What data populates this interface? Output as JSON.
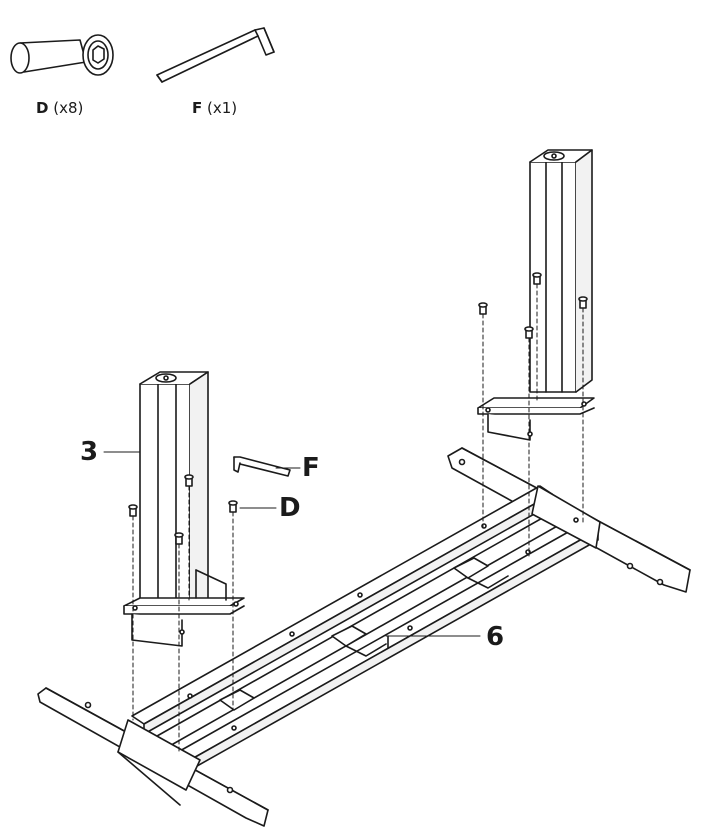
{
  "parts": [
    {
      "letter": "D",
      "qty": "(x8)"
    },
    {
      "letter": "F",
      "qty": "(x1)"
    }
  ],
  "callouts": {
    "leg": "3",
    "wrench": "F",
    "screw": "D",
    "frame": "6"
  },
  "colors": {
    "line": "#1b1b1b",
    "fill": "#ffffff",
    "shade": "#f2f2f2"
  }
}
